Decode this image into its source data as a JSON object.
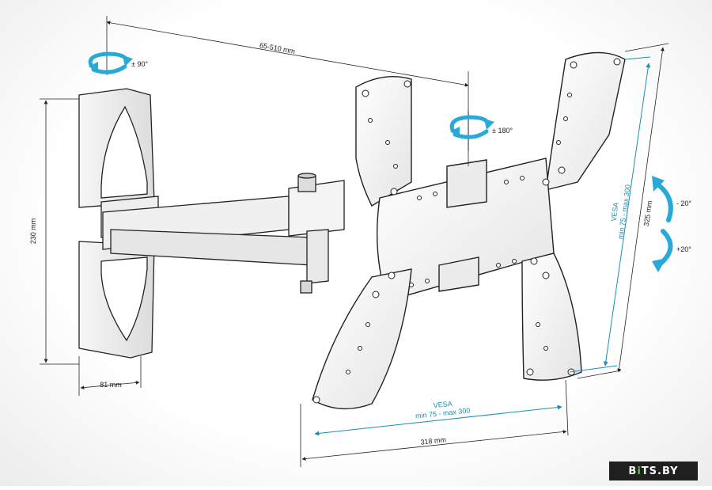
{
  "dimensions": {
    "arm_extension": "65-510 mm",
    "height": "230 mm",
    "base_width": "81 mm",
    "plate_height": "325 mm",
    "plate_width": "318 mm"
  },
  "vesa": {
    "horizontal_label": "VESA",
    "horizontal_range": "min 75 - max 300",
    "vertical_label": "VESA",
    "vertical_range": "min 75 - max 300"
  },
  "rotations": {
    "swivel_wall": "± 90°",
    "rotate_plate": "± 180°",
    "tilt_up": "- 20°",
    "tilt_down": "+20°"
  },
  "logo": {
    "first": "B",
    "accent": "i",
    "rest": "TS.BY"
  },
  "colors": {
    "dimension_line": "#1a8fb0",
    "rotation_arrow": "#29a9d8",
    "outline": "#222222"
  }
}
